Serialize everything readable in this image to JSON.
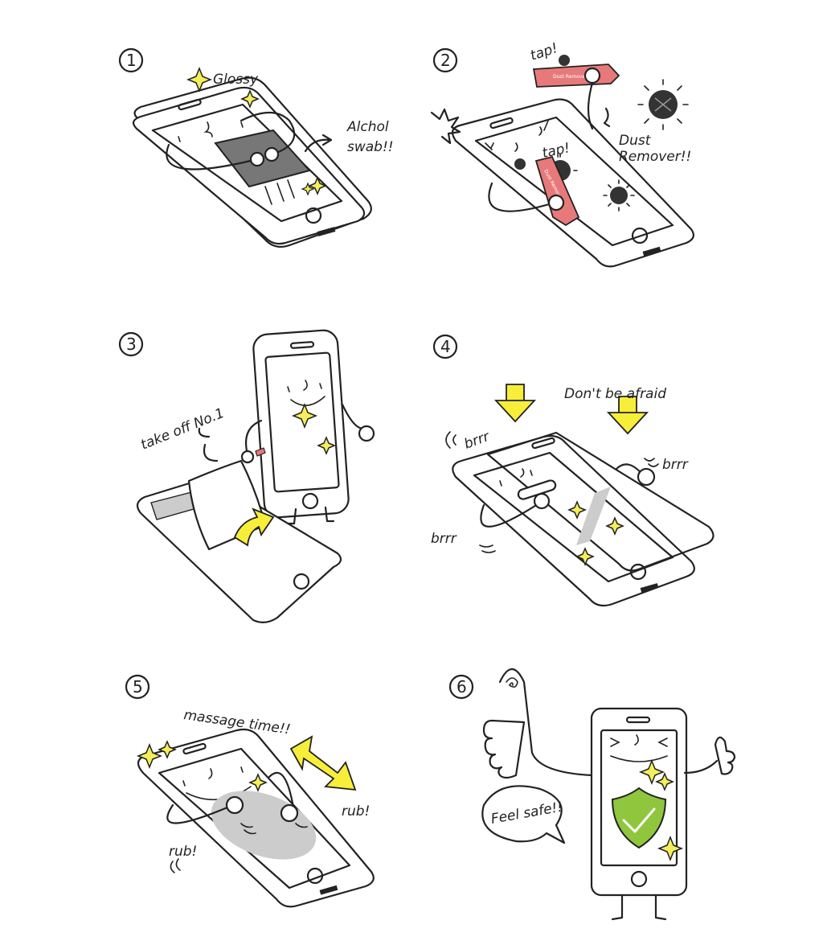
{
  "colors": {
    "ink": "#222222",
    "sparkle": "#f4ee5a",
    "arrow_yellow": "#f7ee3a",
    "dust_remover": "#e8797a",
    "shield_green": "#8fc63d",
    "swab_gray": "#777777",
    "shadow_gray": "#cccccc"
  },
  "steps": [
    {
      "number": "1",
      "labels": [
        "Glossy",
        "Alchol",
        "swab!!"
      ]
    },
    {
      "number": "2",
      "labels": [
        "tap!",
        "tap!",
        "Dust",
        "Remover!!"
      ],
      "sticker_text": "Dust Remover"
    },
    {
      "number": "3",
      "labels": [
        "take off No.1"
      ]
    },
    {
      "number": "4",
      "labels": [
        "Don't be afraid",
        "brrr",
        "brrr",
        "brrr"
      ]
    },
    {
      "number": "5",
      "labels": [
        "massage time!!",
        "rub!",
        "rub!"
      ]
    },
    {
      "number": "6",
      "labels": [
        "Feel safe!!"
      ],
      "icon": "shield-check-icon"
    }
  ]
}
